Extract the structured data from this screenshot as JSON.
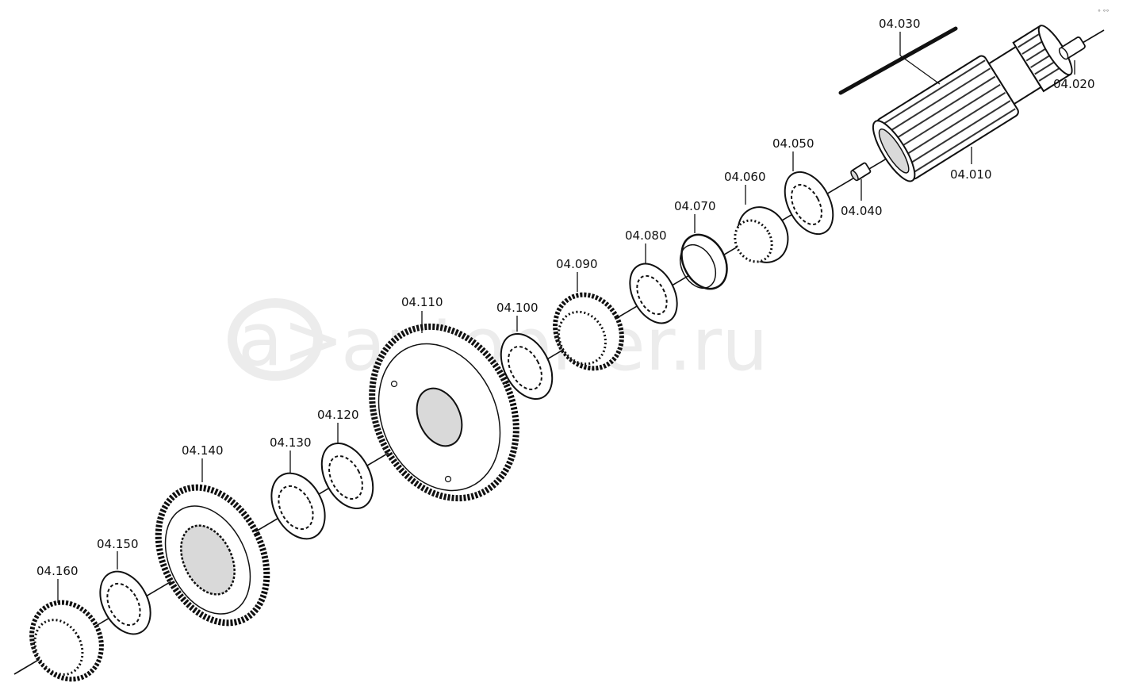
{
  "watermark": {
    "mark": "a>",
    "text": "autopiter.ru"
  },
  "corner_mark": "° °°",
  "parts": [
    {
      "id": "04.010",
      "kind": "mainshaft"
    },
    {
      "id": "04.020",
      "kind": "pin"
    },
    {
      "id": "04.030",
      "kind": "rod"
    },
    {
      "id": "04.040",
      "kind": "bushing"
    },
    {
      "id": "04.050",
      "kind": "thrust-washer"
    },
    {
      "id": "04.060",
      "kind": "needle-bearing"
    },
    {
      "id": "04.070",
      "kind": "sleeve"
    },
    {
      "id": "04.080",
      "kind": "thrust-washer"
    },
    {
      "id": "04.090",
      "kind": "needle-bearing"
    },
    {
      "id": "04.100",
      "kind": "thrust-washer"
    },
    {
      "id": "04.110",
      "kind": "large-gear"
    },
    {
      "id": "04.120",
      "kind": "thrust-washer"
    },
    {
      "id": "04.130",
      "kind": "thrust-washer"
    },
    {
      "id": "04.140",
      "kind": "gear"
    },
    {
      "id": "04.150",
      "kind": "thrust-washer"
    },
    {
      "id": "04.160",
      "kind": "needle-bearing"
    }
  ],
  "colors": {
    "line": "#111111",
    "fill": "#ffffff",
    "shade": "#d9d9d9",
    "dark": "#5a5a5a",
    "watermark": "#ececec"
  }
}
